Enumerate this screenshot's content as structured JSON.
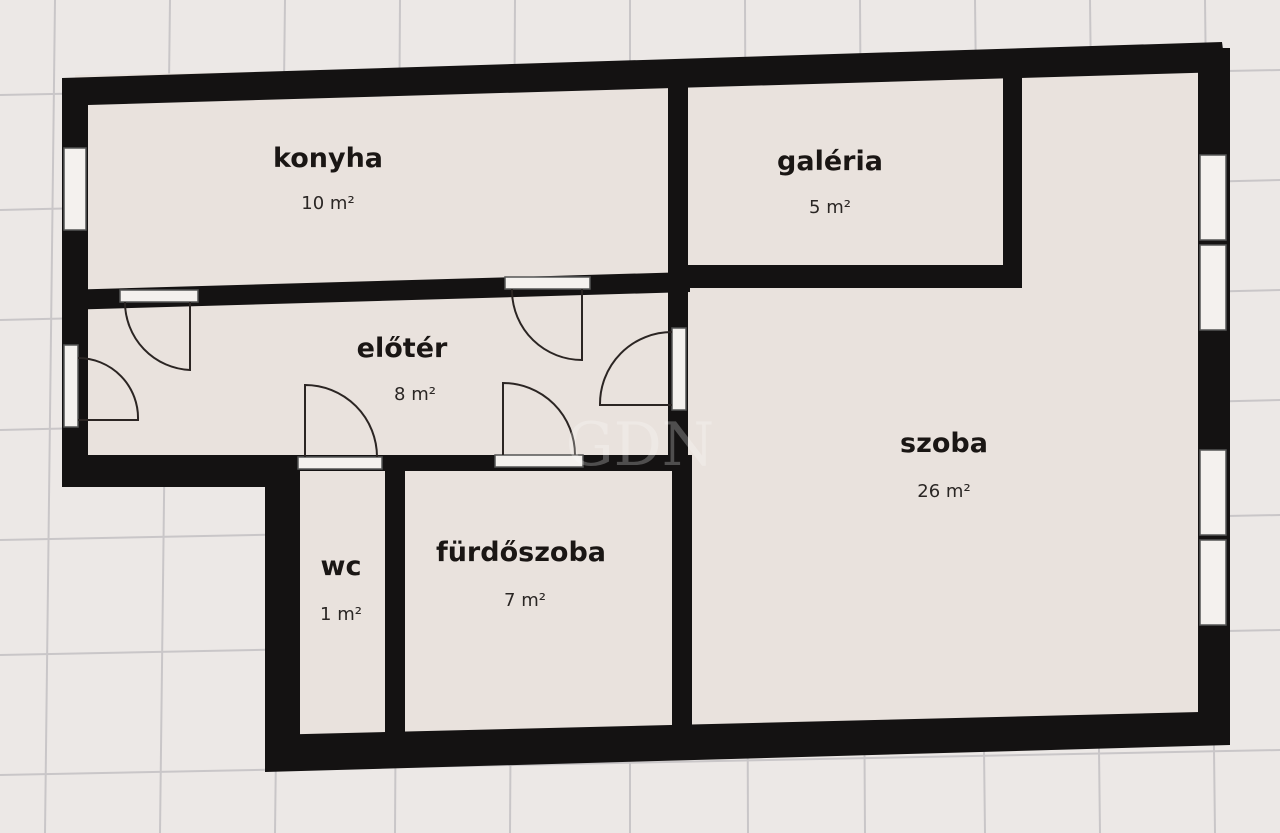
{
  "rooms": [
    {
      "id": "konyha",
      "name": "konyha",
      "area": "10 m²"
    },
    {
      "id": "galeria",
      "name": "galéria",
      "area": "5 m²"
    },
    {
      "id": "eloter",
      "name": "előtér",
      "area": "8 m²"
    },
    {
      "id": "szoba",
      "name": "szoba",
      "area": "26 m²"
    },
    {
      "id": "wc",
      "name": "wc",
      "area": "1 m²"
    },
    {
      "id": "furdoszoba",
      "name": "fürdőszoba",
      "area": "7 m²"
    }
  ],
  "watermark": "GDN",
  "colors": {
    "paper": "#ece8e6",
    "floor": "#e9e2dd",
    "wall": "#141212",
    "grid": "#c9c6c8"
  }
}
